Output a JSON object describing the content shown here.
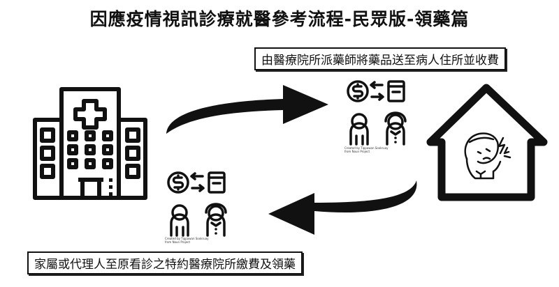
{
  "title": "因應疫情視訊診療就醫參考流程-民眾版-領藥篇",
  "steps": [
    {
      "label": "由醫療院所派藥師將藥品送至病人住所並收費",
      "direction": "hospital-to-home"
    },
    {
      "label": "家屬或代理人至原看診之特約醫療院所繳費及領藥",
      "direction": "home-to-hospital"
    }
  ],
  "nodes": {
    "hospital": {
      "icon": "hospital-icon"
    },
    "home": {
      "icon": "sick-person-at-home-icon"
    }
  },
  "icons": {
    "payment_exchange_top": {
      "icon": "payment-exchange-icon",
      "credit": "Created by Tippawan Sookruay\nfrom Noun Project"
    },
    "payment_exchange_bottom": {
      "icon": "payment-exchange-icon",
      "credit": "Created by Tippawan Sookruay\nfrom Noun Project"
    }
  },
  "colors": {
    "foreground": "#111111",
    "background": "#ffffff"
  }
}
